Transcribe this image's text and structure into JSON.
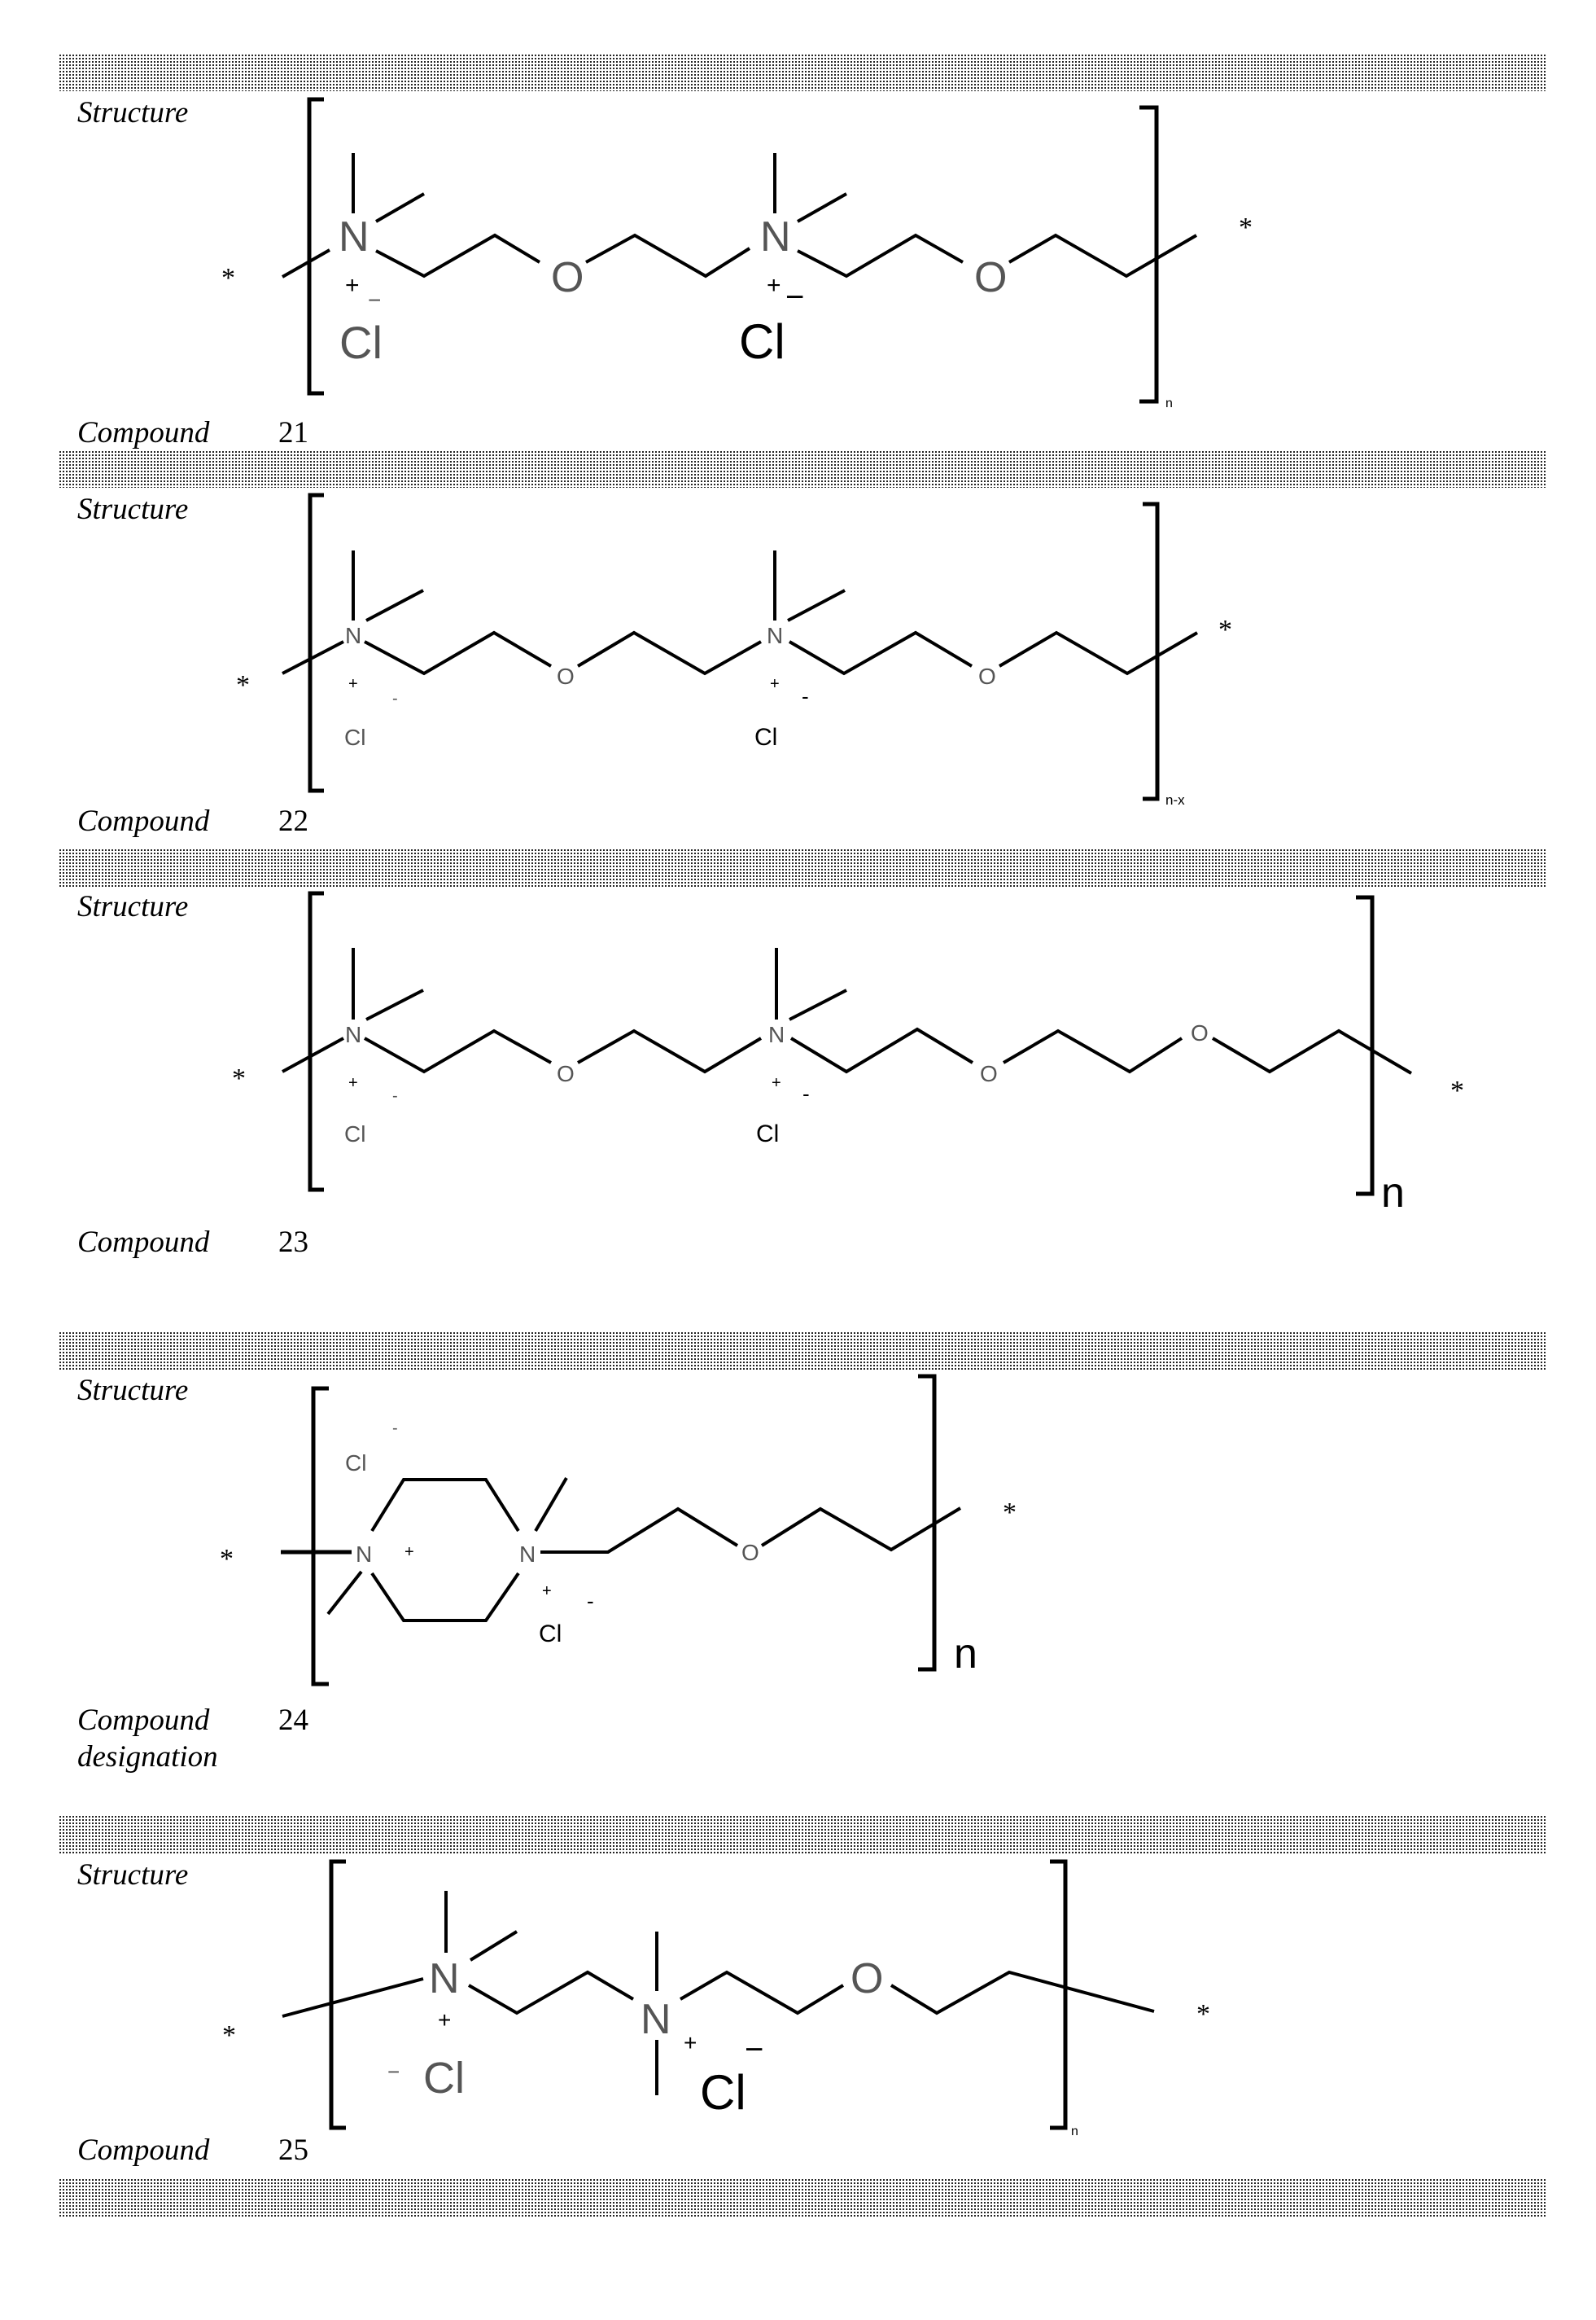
{
  "rows": [
    {
      "structure_label": "Structure",
      "compound_label": "Compound",
      "compound_number": "21",
      "atoms": {
        "n1": "N",
        "n2": "N",
        "o1": "O",
        "o2": "O",
        "cl1": "Cl",
        "cl2": "Cl",
        "plus": "+",
        "minus": "−",
        "star": "*"
      },
      "repeat_subscript": "n"
    },
    {
      "structure_label": "Structure",
      "compound_label": "Compound",
      "compound_number": "22",
      "atoms": {
        "n1": "N",
        "n2": "N",
        "o1": "O",
        "o2": "O",
        "cl1": "Cl",
        "cl2": "Cl",
        "plus": "+",
        "minus": "-",
        "star": "*"
      },
      "repeat_subscript": "n-x"
    },
    {
      "structure_label": "Structure",
      "compound_label": "Compound",
      "compound_number": "23",
      "atoms": {
        "n1": "N",
        "n2": "N",
        "o1": "O",
        "o2": "O",
        "o3": "O",
        "cl1": "Cl",
        "cl2": "Cl",
        "plus": "+",
        "minus": "-",
        "star": "*"
      },
      "repeat_subscript": "n"
    },
    {
      "structure_label": "Structure",
      "compound_label": "Compound",
      "compound_label_line2": "designation",
      "compound_number": "24",
      "atoms": {
        "n1": "N",
        "n2": "N",
        "o1": "O",
        "cl1": "Cl",
        "cl2": "Cl",
        "plus": "+",
        "minus": "-",
        "star": "*"
      },
      "repeat_subscript": "n"
    },
    {
      "structure_label": "Structure",
      "compound_label": "Compound",
      "compound_number": "25",
      "atoms": {
        "n1": "N",
        "n2": "N",
        "o1": "O",
        "cl1": "Cl",
        "cl2": "Cl",
        "plus": "+",
        "minus": "−",
        "star": "*"
      },
      "repeat_subscript": "n"
    }
  ],
  "colors": {
    "band_pattern": "#000000",
    "background": "#ffffff",
    "ink": "#000000"
  }
}
